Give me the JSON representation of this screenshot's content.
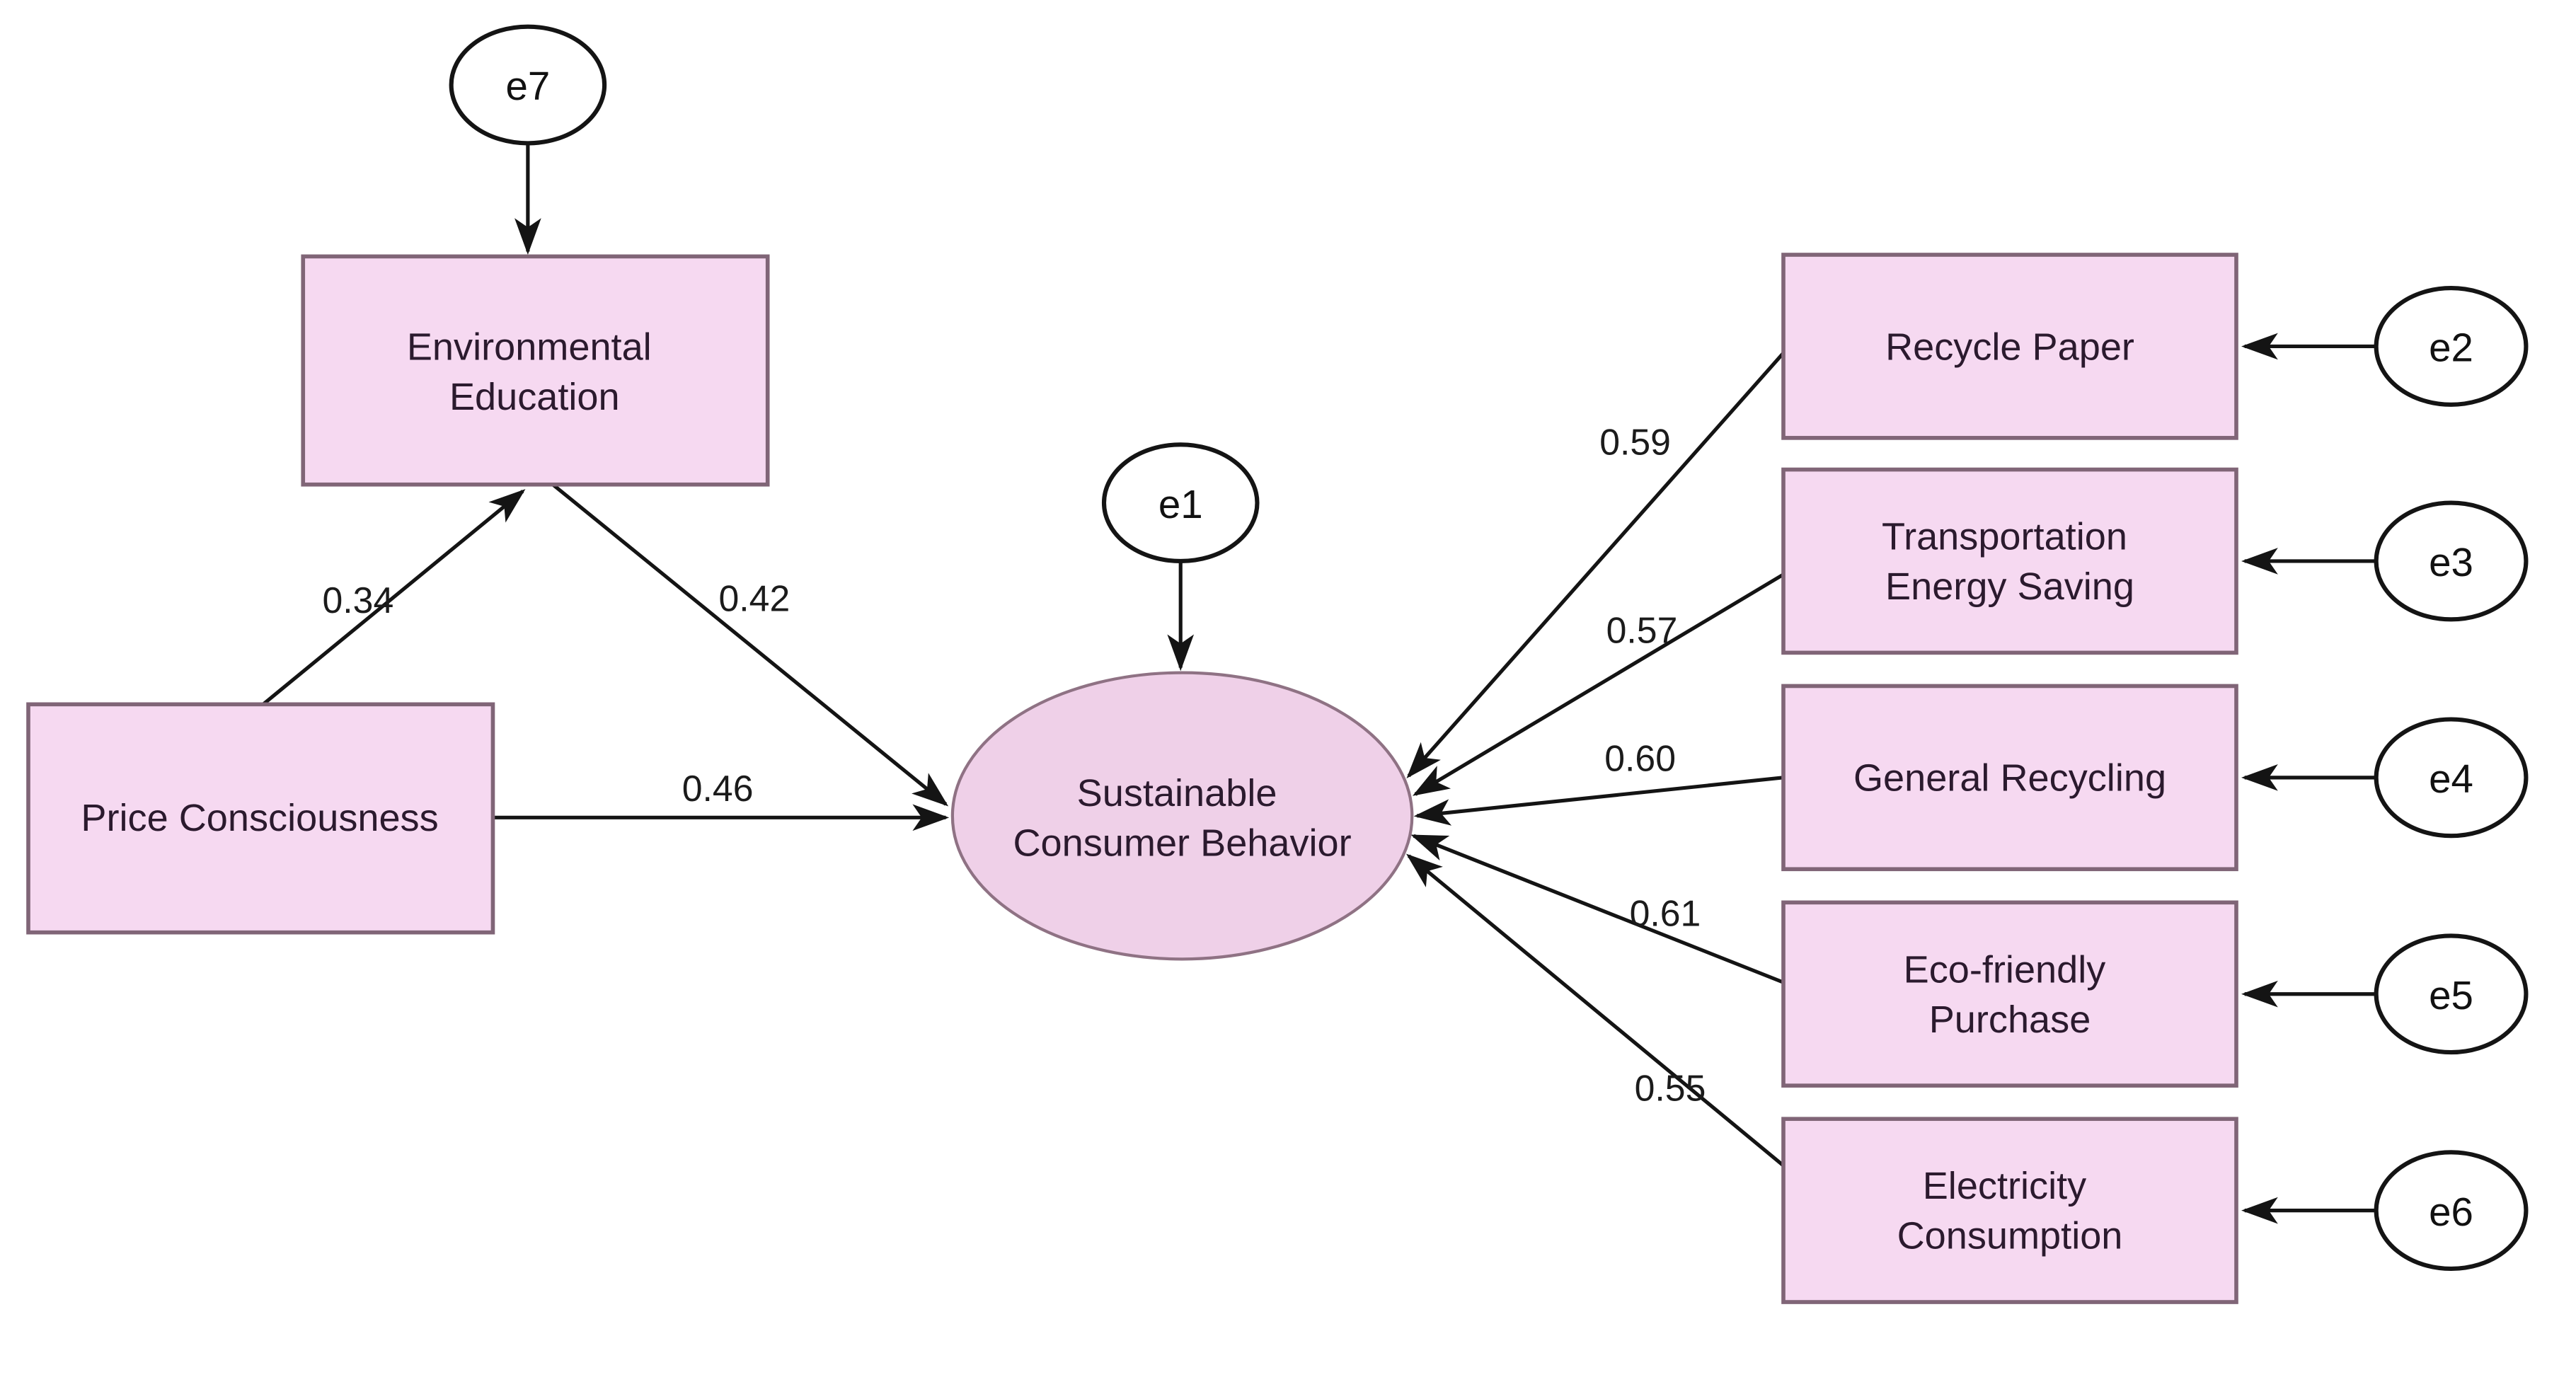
{
  "diagram": {
    "title": "Structural model: antecedents and indicators of Sustainable Consumer Behavior",
    "colors": {
      "box_fill": "#f6d9f1",
      "box_border": "#806577",
      "latent_fill": "#efd0e8",
      "latent_border": "#8f7284",
      "error_fill": "#ffffff",
      "error_border": "#141414",
      "line": "#141414",
      "node_text": "#2b1a2e",
      "label_text": "#1b1b1b",
      "background": "#ffffff"
    },
    "nodes": {
      "environmental_education": {
        "line1": "Environmental",
        "line2": "Education"
      },
      "price_consciousness": {
        "label": "Price Consciousness"
      },
      "sustainable_consumer_behavior": {
        "line1": "Sustainable",
        "line2": "Consumer Behavior"
      },
      "recycle_paper": {
        "label": "Recycle Paper"
      },
      "transportation_energy_saving": {
        "line1": "Transportation",
        "line2": "Energy Saving"
      },
      "general_recycling": {
        "label": "General Recycling"
      },
      "eco_friendly_purchase": {
        "line1": "Eco-friendly",
        "line2": "Purchase"
      },
      "electricity_consumption": {
        "line1": "Electricity",
        "line2": "Consumption"
      }
    },
    "error_terms": {
      "e1": "e1",
      "e2": "e2",
      "e3": "e3",
      "e4": "e4",
      "e5": "e5",
      "e6": "e6",
      "e7": "e7"
    },
    "coefficients": {
      "pc_to_ee": "0.34",
      "ee_to_scb": "0.42",
      "pc_to_scb": "0.46",
      "scb_recycle_paper": "0.59",
      "scb_transportation_energy_saving": "0.57",
      "scb_general_recycling": "0.60",
      "scb_eco_friendly_purchase": "0.61",
      "scb_electricity_consumption": "0.55"
    }
  }
}
